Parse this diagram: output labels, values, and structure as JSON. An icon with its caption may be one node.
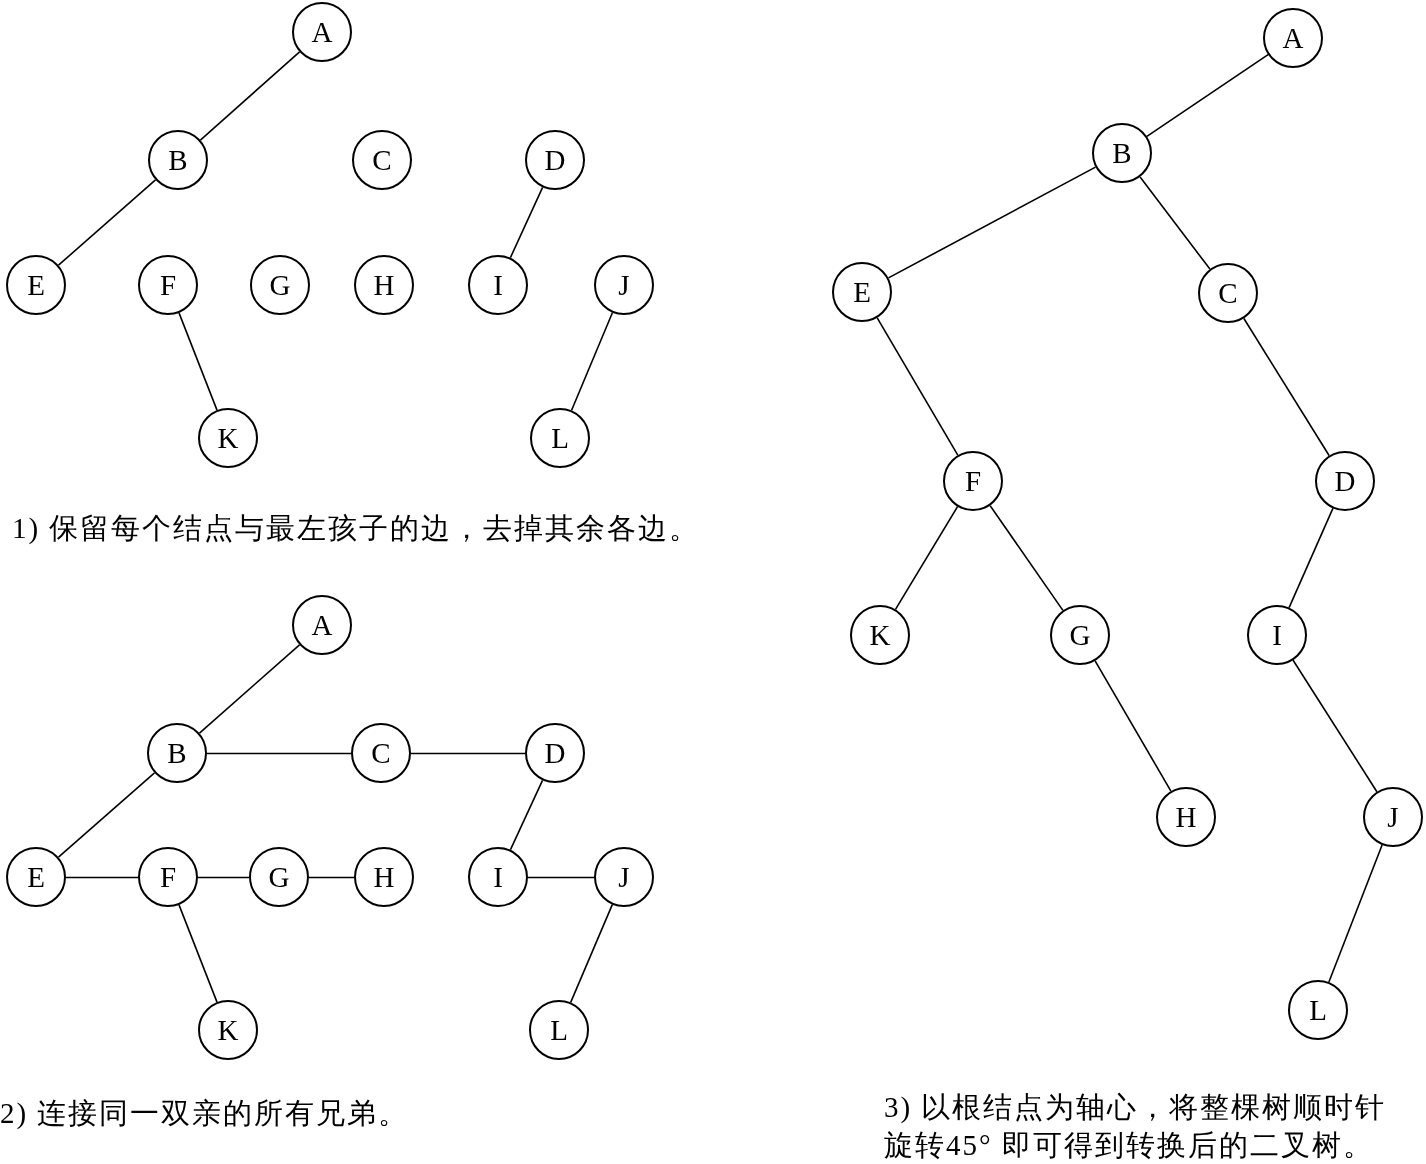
{
  "diagram": {
    "nodes": [
      {
        "text": [
          "A"
        ]
      },
      {
        "text": [
          "B"
        ]
      },
      {
        "text": [
          "C"
        ]
      },
      {
        "text": [
          "D"
        ]
      },
      {
        "text": [
          "E"
        ]
      },
      {
        "text": [
          "F"
        ]
      },
      {
        "text": [
          "G"
        ]
      },
      {
        "text": [
          "H"
        ]
      },
      {
        "text": [
          "I"
        ]
      },
      {
        "text": [
          "J"
        ]
      },
      {
        "text": [
          "K"
        ]
      },
      {
        "text": [
          "L"
        ]
      },
      {
        "text": [
          "A"
        ]
      },
      {
        "text": [
          "B"
        ]
      },
      {
        "text": [
          "C"
        ]
      },
      {
        "text": [
          "D"
        ]
      },
      {
        "text": [
          "E"
        ]
      },
      {
        "text": [
          "F"
        ]
      },
      {
        "text": [
          "G"
        ]
      },
      {
        "text": [
          "H"
        ]
      },
      {
        "text": [
          "I"
        ]
      },
      {
        "text": [
          "J"
        ]
      },
      {
        "text": [
          "K"
        ]
      },
      {
        "text": [
          "L"
        ]
      },
      {
        "text": [
          "A"
        ]
      },
      {
        "text": [
          "B"
        ]
      },
      {
        "text": [
          "E"
        ]
      },
      {
        "text": [
          "C"
        ]
      },
      {
        "text": [
          "F"
        ]
      },
      {
        "text": [
          "D"
        ]
      },
      {
        "text": [
          "K"
        ]
      },
      {
        "text": [
          "G"
        ]
      },
      {
        "text": [
          "I"
        ]
      },
      {
        "text": [
          "H"
        ]
      },
      {
        "text": [
          "J"
        ]
      },
      {
        "text": [
          "L"
        ]
      }
    ],
    "edges": [
      {
        "from": 0,
        "to": 1,
        "arrow": "none"
      },
      {
        "from": 1,
        "to": 4,
        "arrow": "none"
      },
      {
        "from": 3,
        "to": 8,
        "arrow": "none"
      },
      {
        "from": 5,
        "to": 10,
        "arrow": "none"
      },
      {
        "from": 9,
        "to": 11,
        "arrow": "none"
      },
      {
        "from": 12,
        "to": 13,
        "arrow": "none"
      },
      {
        "from": 13,
        "to": 14,
        "arrow": "none"
      },
      {
        "from": 14,
        "to": 15,
        "arrow": "none"
      },
      {
        "from": 13,
        "to": 16,
        "arrow": "none"
      },
      {
        "from": 15,
        "to": 20,
        "arrow": "none"
      },
      {
        "from": 16,
        "to": 17,
        "arrow": "none"
      },
      {
        "from": 17,
        "to": 18,
        "arrow": "none"
      },
      {
        "from": 18,
        "to": 19,
        "arrow": "none"
      },
      {
        "from": 20,
        "to": 21,
        "arrow": "none"
      },
      {
        "from": 17,
        "to": 22,
        "arrow": "none"
      },
      {
        "from": 21,
        "to": 23,
        "arrow": "none"
      },
      {
        "from": 24,
        "to": 25,
        "arrow": "none"
      },
      {
        "from": 25,
        "to": 26,
        "arrow": "none"
      },
      {
        "from": 25,
        "to": 27,
        "arrow": "none"
      },
      {
        "from": 26,
        "to": 28,
        "arrow": "none"
      },
      {
        "from": 27,
        "to": 29,
        "arrow": "none"
      },
      {
        "from": 28,
        "to": 30,
        "arrow": "none"
      },
      {
        "from": 28,
        "to": 31,
        "arrow": "none"
      },
      {
        "from": 29,
        "to": 32,
        "arrow": "none"
      },
      {
        "from": 31,
        "to": 33,
        "arrow": "none"
      },
      {
        "from": 32,
        "to": 34,
        "arrow": "none"
      },
      {
        "from": 34,
        "to": 35,
        "arrow": "none"
      }
    ],
    "labels": [
      "1) 保留每个结点与最左孩子的边，去掉其余各边。",
      "2) 连接同一双亲的所有兄弟。",
      "3) 以根结点为轴心，将整棵树顺时针旋转45° 即可得到转换后的二叉树。"
    ]
  }
}
